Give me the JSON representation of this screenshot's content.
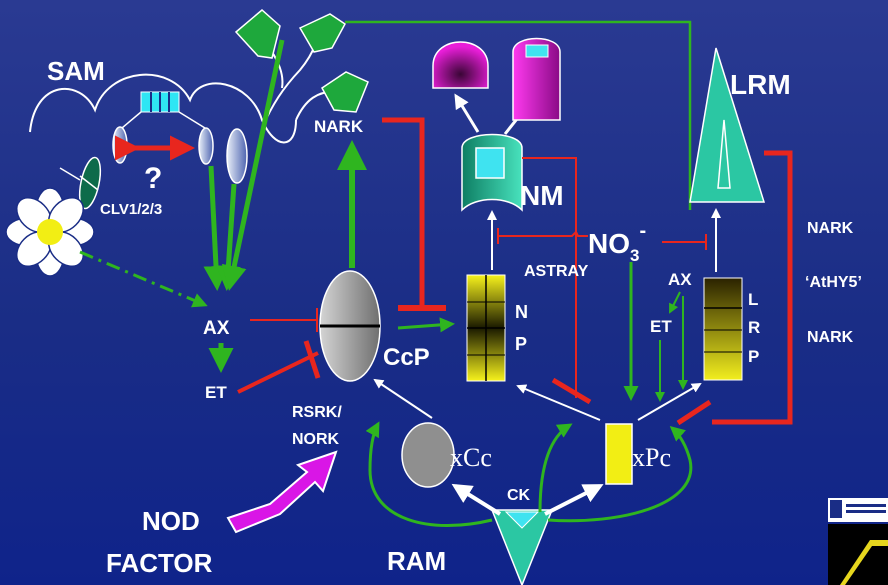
{
  "labels": {
    "sam": "SAM",
    "lrm": "LRM",
    "nark_top": "NARK",
    "nm": "NM",
    "question": "?",
    "clv": "CLV1/2/3",
    "no3": "NO",
    "no3_sub": "3",
    "no3_sup": "-",
    "astray": "ASTRAY",
    "ax_left": "AX",
    "ax_right": "AX",
    "et_left": "ET",
    "et_right": "ET",
    "ccp": "CcP",
    "np_n": "N",
    "np_p": "P",
    "lrp_l": "L",
    "lrp_r": "R",
    "lrp_p": "P",
    "rsrk": "RSRK/",
    "nork": "NORK",
    "xcc": "xCc",
    "xpc": "xPc",
    "ck": "CK",
    "nod": "NOD",
    "factor": "FACTOR",
    "ram": "RAM",
    "nark_r1": "NARK",
    "athy5": "‘AtHY5’",
    "nark_r2": "NARK"
  },
  "colors": {
    "background": "#1a2d86",
    "green_arrow": "#2fb51f",
    "red_inhibit": "#e8261e",
    "white_arrow": "#ffffff",
    "teal_tissue": "#2bc7a3",
    "nodule_magenta": "#d41ec8",
    "primordium_yellow": "#e6e01a",
    "cortical_grey": "#9a9a9a",
    "nod_factor_purple": "#d916e6"
  }
}
